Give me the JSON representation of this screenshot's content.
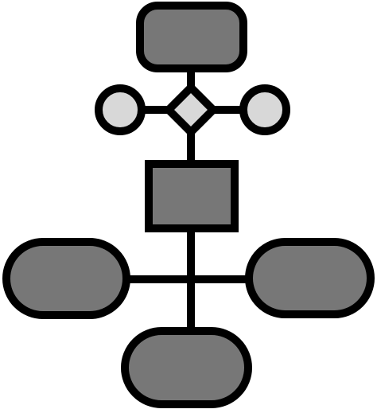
{
  "diagram": {
    "type": "flowchart-icon",
    "nodes": [
      {
        "id": "top",
        "shape": "rounded-rectangle"
      },
      {
        "id": "decision",
        "shape": "diamond"
      },
      {
        "id": "left-connector",
        "shape": "circle"
      },
      {
        "id": "right-connector",
        "shape": "circle"
      },
      {
        "id": "process",
        "shape": "rectangle"
      },
      {
        "id": "left-terminal",
        "shape": "stadium"
      },
      {
        "id": "right-terminal",
        "shape": "stadium"
      },
      {
        "id": "bottom-terminal",
        "shape": "stadium"
      }
    ],
    "edges": [
      [
        "top",
        "decision"
      ],
      [
        "decision",
        "left-connector"
      ],
      [
        "decision",
        "right-connector"
      ],
      [
        "decision",
        "process"
      ],
      [
        "process",
        "bottom-terminal"
      ],
      [
        "left-terminal",
        "right-terminal"
      ]
    ],
    "colors": {
      "outline": "#000000",
      "dark_fill": "#777777",
      "light_fill": "#d8d8d8",
      "background": "#ffffff"
    }
  }
}
